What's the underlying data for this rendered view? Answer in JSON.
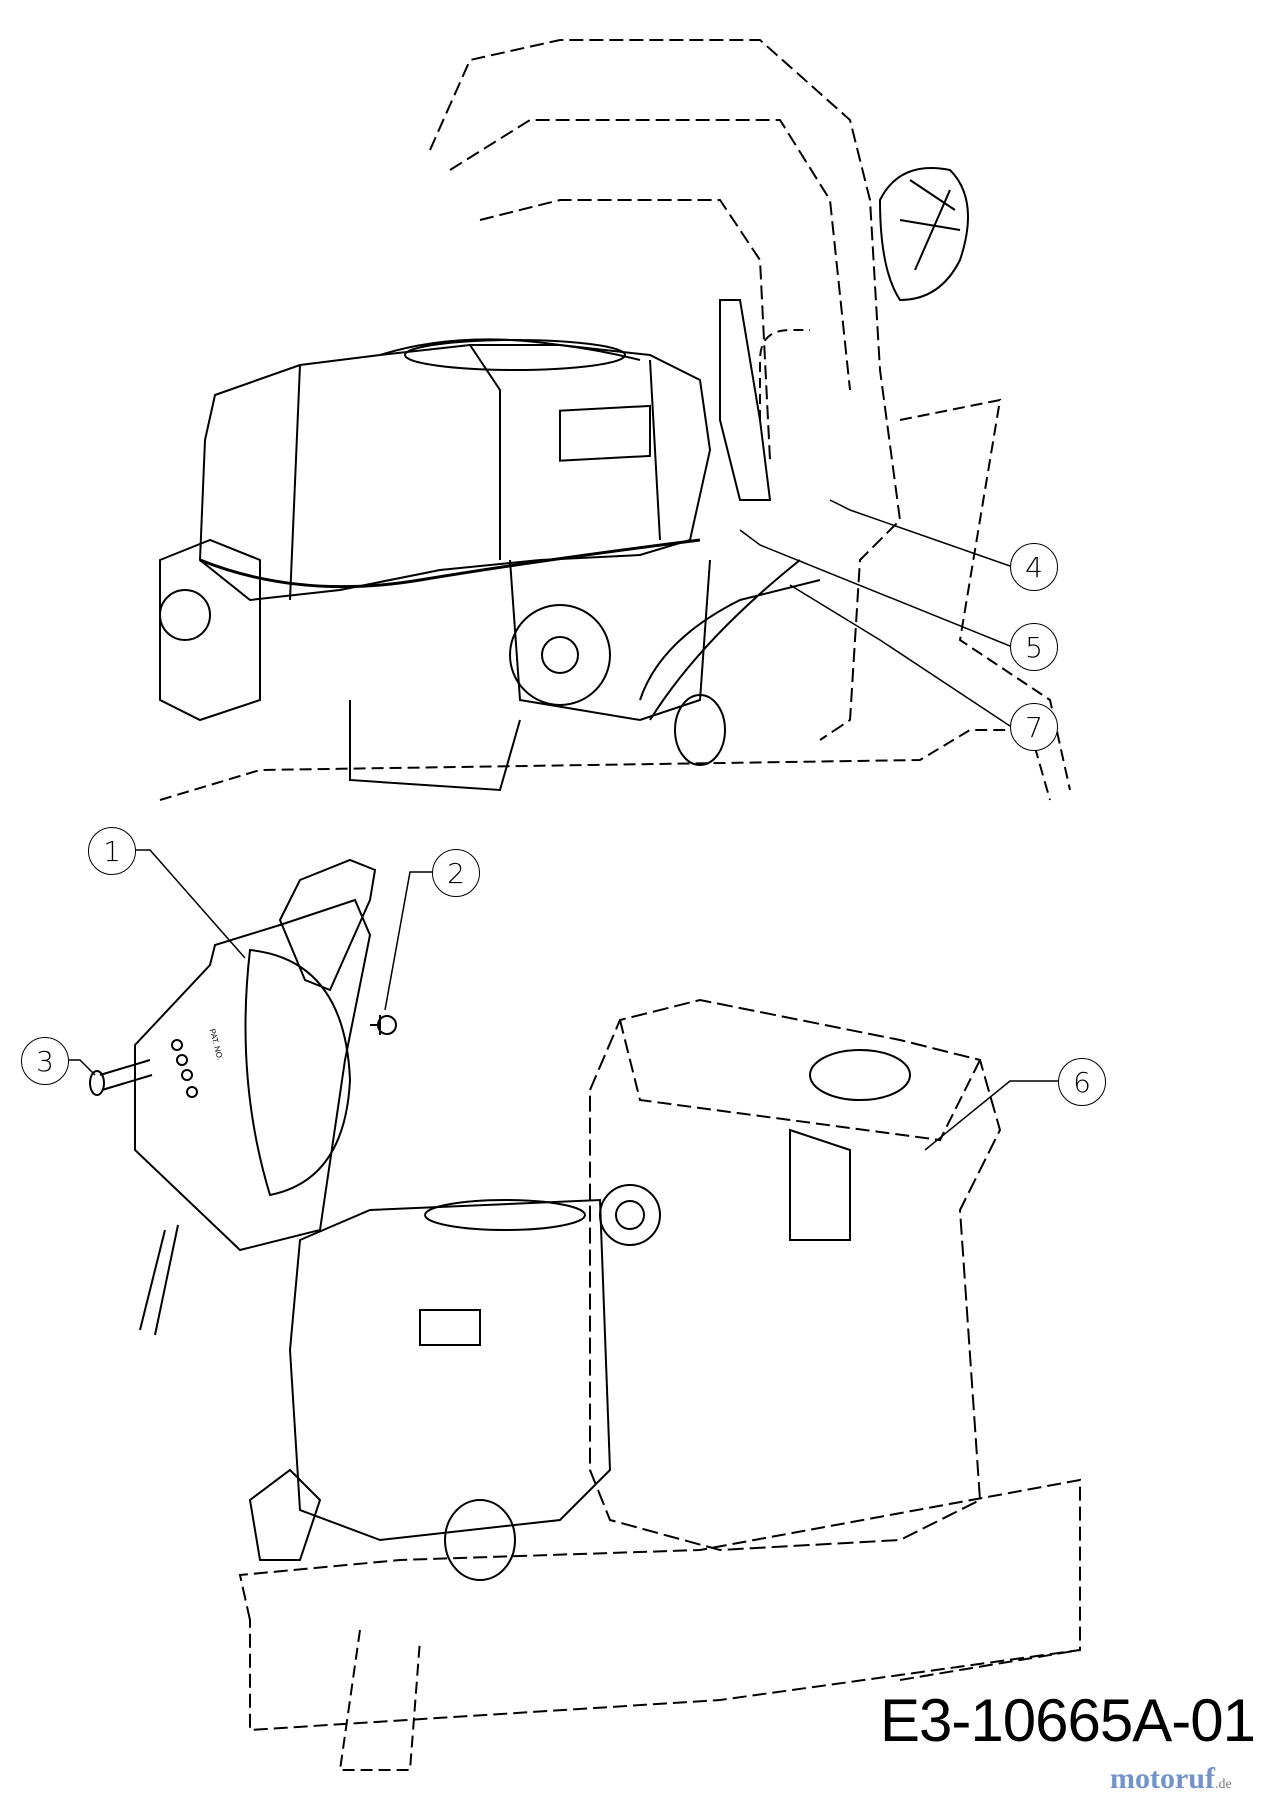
{
  "diagram": {
    "drawing_number": "E3-10665A-01",
    "callouts": [
      "1",
      "2",
      "3",
      "4",
      "5",
      "6",
      "7"
    ],
    "watermark": {
      "text": "motoruf",
      "suffix": ".de"
    },
    "part_plate_text": "PAT. NO."
  }
}
